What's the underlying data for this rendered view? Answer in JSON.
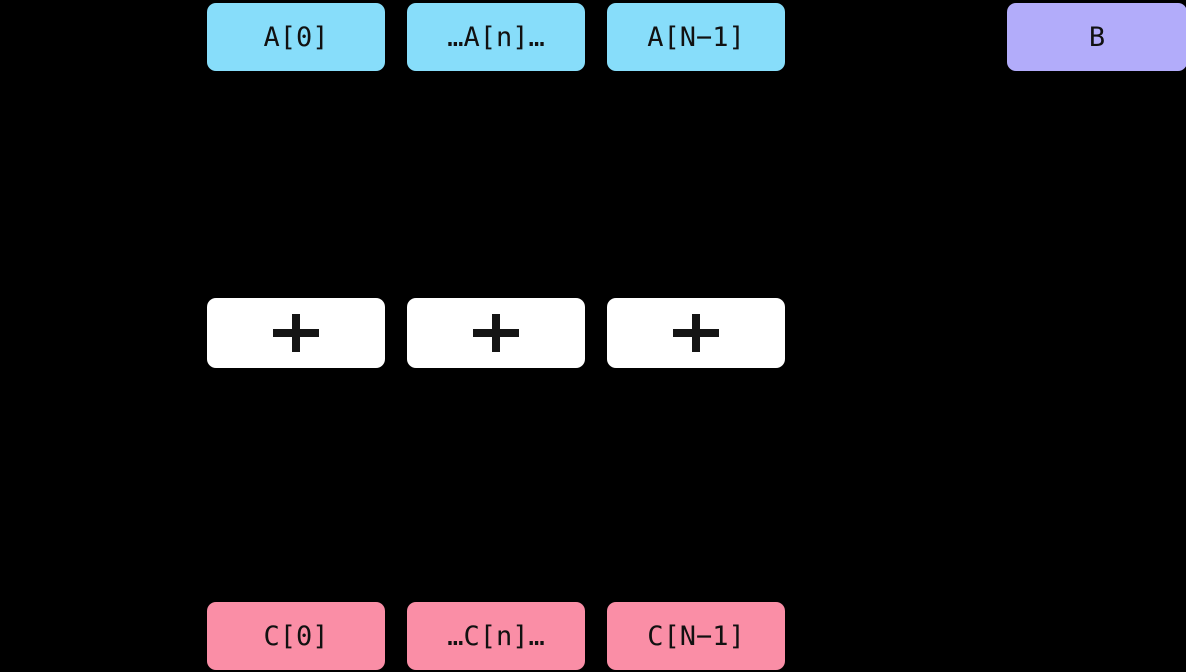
{
  "colors": {
    "background": "#000000",
    "vector_a_fill": "#87DDFA",
    "scalar_b_fill": "#B2ACFA",
    "operator_fill": "#FFFFFF",
    "vector_c_fill": "#FA8EA6",
    "label_text": "#111111"
  },
  "vector_a": {
    "cells": [
      {
        "label": "A[0]"
      },
      {
        "label": "…A[n]…"
      },
      {
        "label": "A[N−1]"
      }
    ]
  },
  "scalar_b": {
    "label": "B"
  },
  "operators": {
    "symbol": "+",
    "count": 3
  },
  "vector_c": {
    "cells": [
      {
        "label": "C[0]"
      },
      {
        "label": "…C[n]…"
      },
      {
        "label": "C[N−1]"
      }
    ]
  }
}
